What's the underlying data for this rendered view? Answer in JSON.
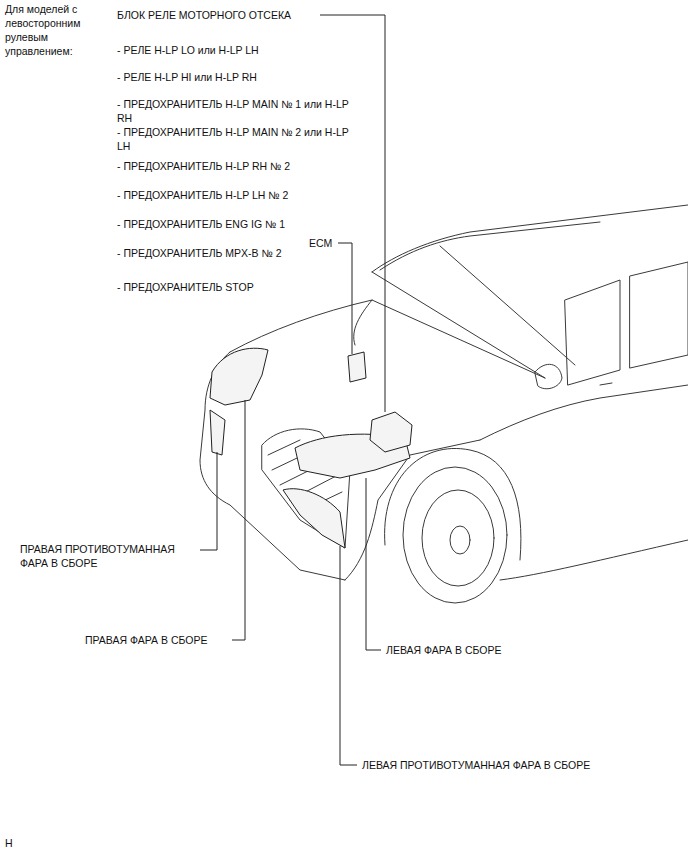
{
  "diagram": {
    "title": "Для моделей с левосторонним рулевым управлением:",
    "labels": [
      "БЛОК РЕЛЕ МОТОРНОГО ОТСЕКА",
      "- РЕЛЕ H-LP LO или H-LP LH",
      "- РЕЛЕ H-LP HI или H-LP RH",
      "- ПРЕДОХРАНИТЕЛЬ H-LP MAIN № 1 или H-LP RH",
      "- ПРЕДОХРАНИТЕЛЬ H-LP MAIN № 2 или H-LP LH",
      "- ПРЕДОХРАНИТЕЛЬ H-LP RH № 2",
      "- ПРЕДОХРАНИТЕЛЬ H-LP LH № 2",
      "- ПРЕДОХРАНИТЕЛЬ ENG IG № 1",
      "- ПРЕДОХРАНИТЕЛЬ MPX-B № 2",
      "- ПРЕДОХРАНИТЕЛЬ STOP",
      "ECM",
      "ПРАВАЯ ПРОТИВОТУМАННАЯ ФАРА В СБОРЕ",
      "ПРАВАЯ ФАРА В СБОРЕ",
      "ЛЕВАЯ ФАРА В СБОРЕ",
      "ЛЕВАЯ ПРОТИВОТУМАННАЯ ФАРА В СБОРЕ",
      "H"
    ]
  }
}
